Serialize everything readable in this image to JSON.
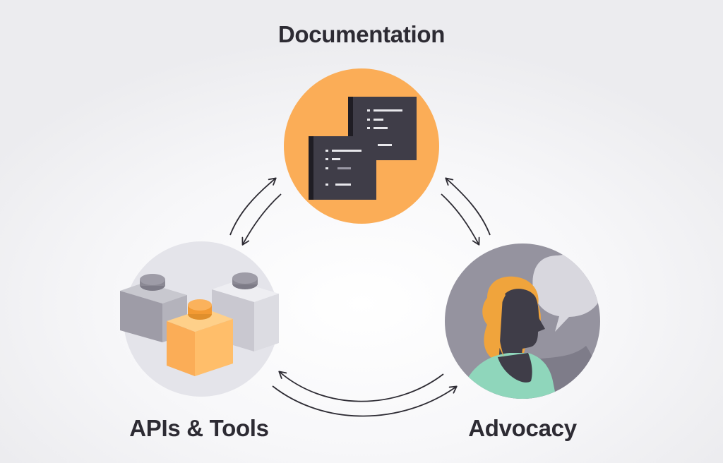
{
  "nodes": {
    "documentation": {
      "label": "Documentation",
      "icon": "code-documents-icon",
      "color": "#fbad57"
    },
    "apis_tools": {
      "label": "APIs & Tools",
      "icon": "building-blocks-icon",
      "color": "#e4e4ea"
    },
    "advocacy": {
      "label": "Advocacy",
      "icon": "speaking-person-icon",
      "color": "#95939f"
    }
  },
  "connections": [
    {
      "between": [
        "documentation",
        "apis_tools"
      ],
      "direction": "bidirectional"
    },
    {
      "between": [
        "documentation",
        "advocacy"
      ],
      "direction": "bidirectional"
    },
    {
      "between": [
        "apis_tools",
        "advocacy"
      ],
      "direction": "bidirectional"
    }
  ],
  "colors": {
    "label_text": "#2d2b33",
    "arrow": "#2d2b33",
    "accent_orange": "#fbad57",
    "dark_panel": "#3f3d48",
    "advocacy_hair": "#f0a43c",
    "advocacy_shirt": "#8fd6bb"
  }
}
